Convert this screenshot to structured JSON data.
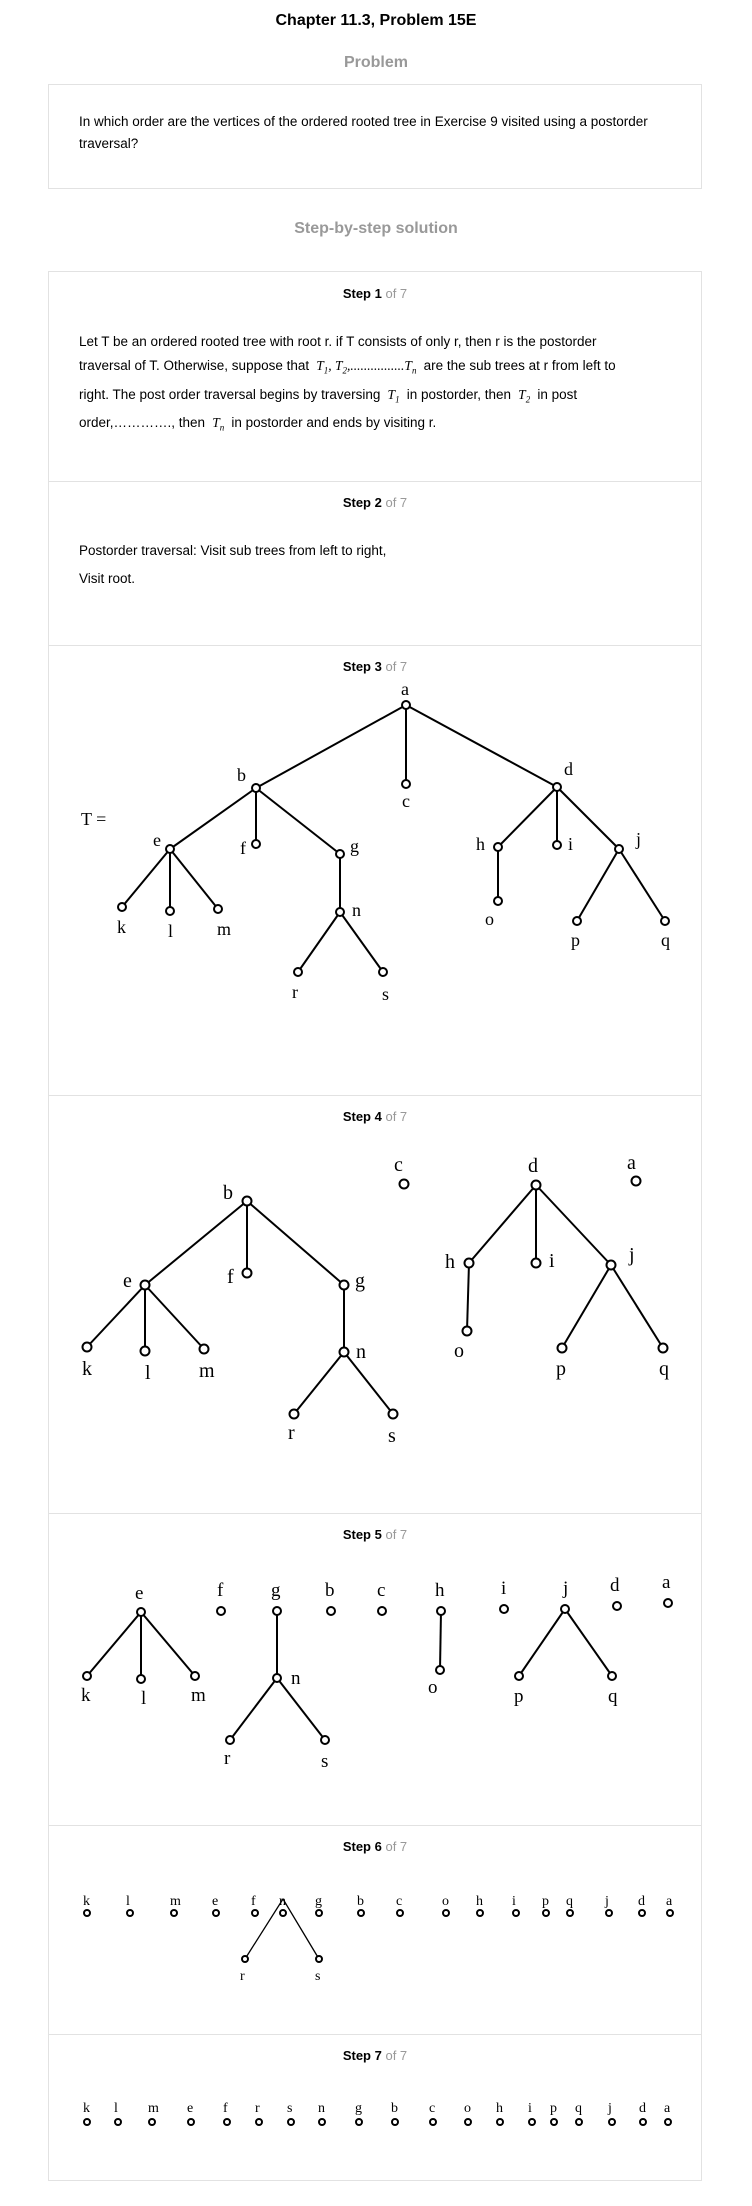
{
  "header": {
    "title": "Chapter 11.3, Problem 15E"
  },
  "problem": {
    "heading": "Problem",
    "text": "In which order are the vertices of the ordered rooted tree in Exercise 9 visited using a postorder traversal?"
  },
  "solution": {
    "heading": "Step-by-step solution",
    "of_label": "of 7",
    "steps": [
      {
        "label": "Step 1",
        "line1": "Let T be an ordered rooted tree with root r. if T consists of only r, then r is the postorder",
        "line2a": "traversal of T. Otherwise, suppose that",
        "line2b": "are the sub trees at r from left to",
        "line3a": "right. The post order traversal begins by traversing",
        "line3b": "in postorder, then",
        "line3c": "in post",
        "line4a": "order,…………., then",
        "line4b": "in postorder and ends by visiting r."
      },
      {
        "label": "Step 2",
        "line1": "Postorder traversal: Visit sub trees from left to right,",
        "line2": "Visit root."
      },
      {
        "label": "Step 3",
        "tree_label": "T ="
      },
      {
        "label": "Step 4"
      },
      {
        "label": "Step 5"
      },
      {
        "label": "Step 6"
      },
      {
        "label": "Step 7"
      }
    ]
  },
  "trees": {
    "step3": {
      "nodes": [
        "a",
        "b",
        "c",
        "d",
        "e",
        "f",
        "g",
        "h",
        "i",
        "j",
        "k",
        "l",
        "m",
        "n",
        "o",
        "p",
        "q",
        "r",
        "s"
      ]
    },
    "step6": {
      "order": [
        "k",
        "l",
        "m",
        "e",
        "f",
        "n",
        "g",
        "b",
        "c",
        "o",
        "h",
        "i",
        "p",
        "q",
        "j",
        "d",
        "a"
      ],
      "subtree": [
        "r",
        "s"
      ]
    },
    "step7": {
      "order": [
        "k",
        "l",
        "m",
        "e",
        "f",
        "r",
        "s",
        "n",
        "g",
        "b",
        "c",
        "o",
        "h",
        "i",
        "p",
        "q",
        "j",
        "d",
        "a"
      ]
    }
  }
}
